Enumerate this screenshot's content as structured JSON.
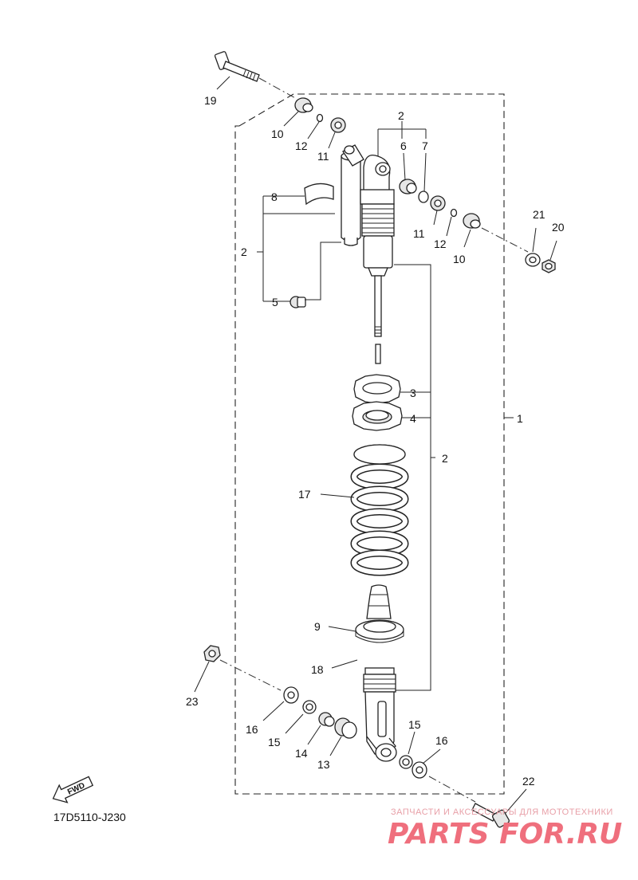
{
  "part_labels": {
    "p1": "1",
    "p2a": "2",
    "p2b": "2",
    "p2c": "2",
    "p3": "3",
    "p4": "4",
    "p5": "5",
    "p6": "6",
    "p7": "7",
    "p8": "8",
    "p9": "9",
    "p10a": "10",
    "p10b": "10",
    "p11a": "11",
    "p11b": "11",
    "p12a": "12",
    "p12b": "12",
    "p13": "13",
    "p14": "14",
    "p15a": "15",
    "p15b": "15",
    "p16a": "16",
    "p16b": "16",
    "p17": "17",
    "p18": "18",
    "p19": "19",
    "p20": "20",
    "p21": "21",
    "p22": "22",
    "p23": "23"
  },
  "fwd_badge": "FWD",
  "diagram_code": "17D5110-J230",
  "watermark": {
    "tagline": "ЗАПЧАСТИ И АКСЕССУАРЫ ДЛЯ МОТОТЕХНИКИ",
    "brand": "PARTS FOR.RU"
  }
}
